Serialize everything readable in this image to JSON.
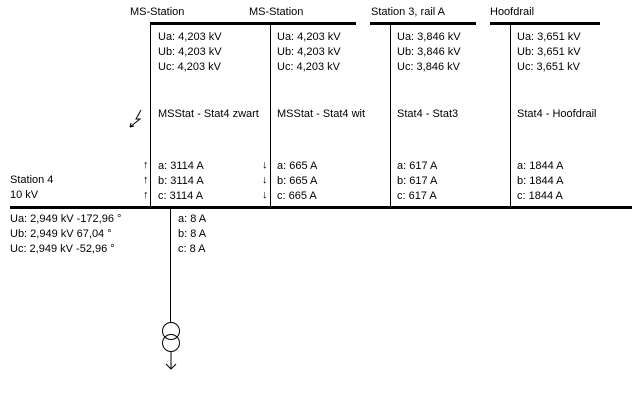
{
  "main_bus": {
    "name": "Station 4",
    "voltage": "10 kV",
    "ua": "Ua: 2,949 kV  -172,96 °",
    "ub": "Ub: 2,949 kV  67,04 °",
    "uc": "Uc: 2,949 kV  -52,96 °"
  },
  "busbars": [
    {
      "name": "MS-Station",
      "ua": "Ua: 4,203 kV",
      "ub": "Ub: 4,203 kV",
      "uc": "Uc: 4,203 kV"
    },
    {
      "name": "MS-Station",
      "ua": "Ua: 4,203 kV",
      "ub": "Ub: 4,203 kV",
      "uc": "Uc: 4,203 kV"
    },
    {
      "name": "Station 3, rail A",
      "ua": "Ua: 3,846 kV",
      "ub": "Ub: 3,846 kV",
      "uc": "Uc: 3,846 kV"
    },
    {
      "name": "Hoofdrail",
      "ua": "Ua: 3,651 kV",
      "ub": "Ub: 3,651 kV",
      "uc": "Uc: 3,651 kV"
    }
  ],
  "branches": [
    {
      "name": "MSStat - Stat4 zwart",
      "a": "a: 3114 A",
      "b": "b: 3114 A",
      "c": "c: 3114 A",
      "arrow": "↑"
    },
    {
      "name": "MSStat - Stat4 wit",
      "a": "a: 665 A",
      "b": "b: 665 A",
      "c": "c: 665 A",
      "arrow": "↓"
    },
    {
      "name": "Stat4 - Stat3",
      "a": "a: 617 A",
      "b": "b: 617 A",
      "c": "c: 617 A"
    },
    {
      "name": "Stat4 - Hoofdrail",
      "a": "a: 1844 A",
      "b": "b: 1844 A",
      "c": "c: 1844 A"
    }
  ],
  "load": {
    "a": "a: 8 A",
    "b": "b: 8 A",
    "c": "c: 8 A"
  },
  "icons": {
    "fault": "lightning-icon",
    "transformer": "transformer-icon",
    "load": "load-arrow-icon"
  }
}
